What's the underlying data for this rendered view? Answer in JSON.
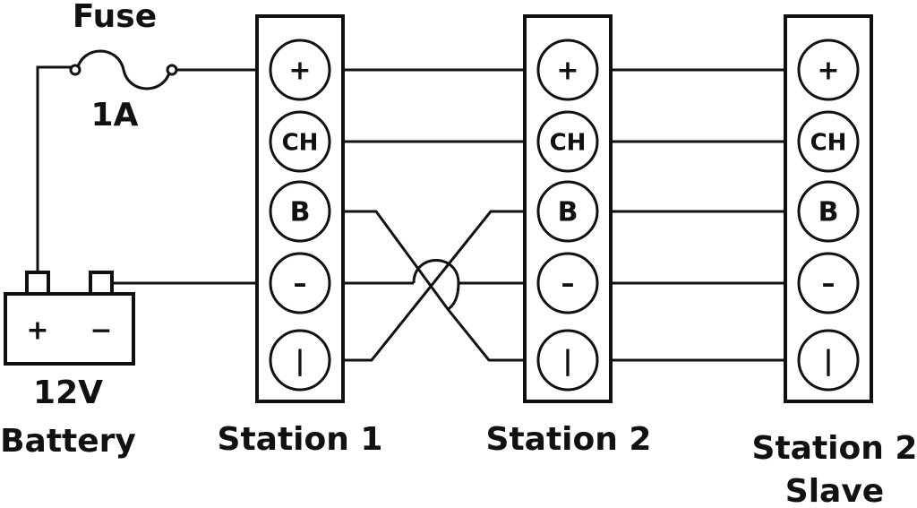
{
  "labels": {
    "fuse": "Fuse",
    "fuse_rating": "1A",
    "battery_voltage": "12V",
    "battery": "Battery",
    "battery_plus": "+",
    "battery_minus": "−",
    "station1": "Station 1",
    "station2": "Station  2",
    "station2_slave_line1": "Station 2",
    "station2_slave_line2": "Slave"
  },
  "terminals": [
    "+",
    "CH",
    "B",
    "–",
    "|"
  ],
  "stations": [
    {
      "id": "station-1"
    },
    {
      "id": "station-2"
    },
    {
      "id": "station-2-slave"
    }
  ]
}
